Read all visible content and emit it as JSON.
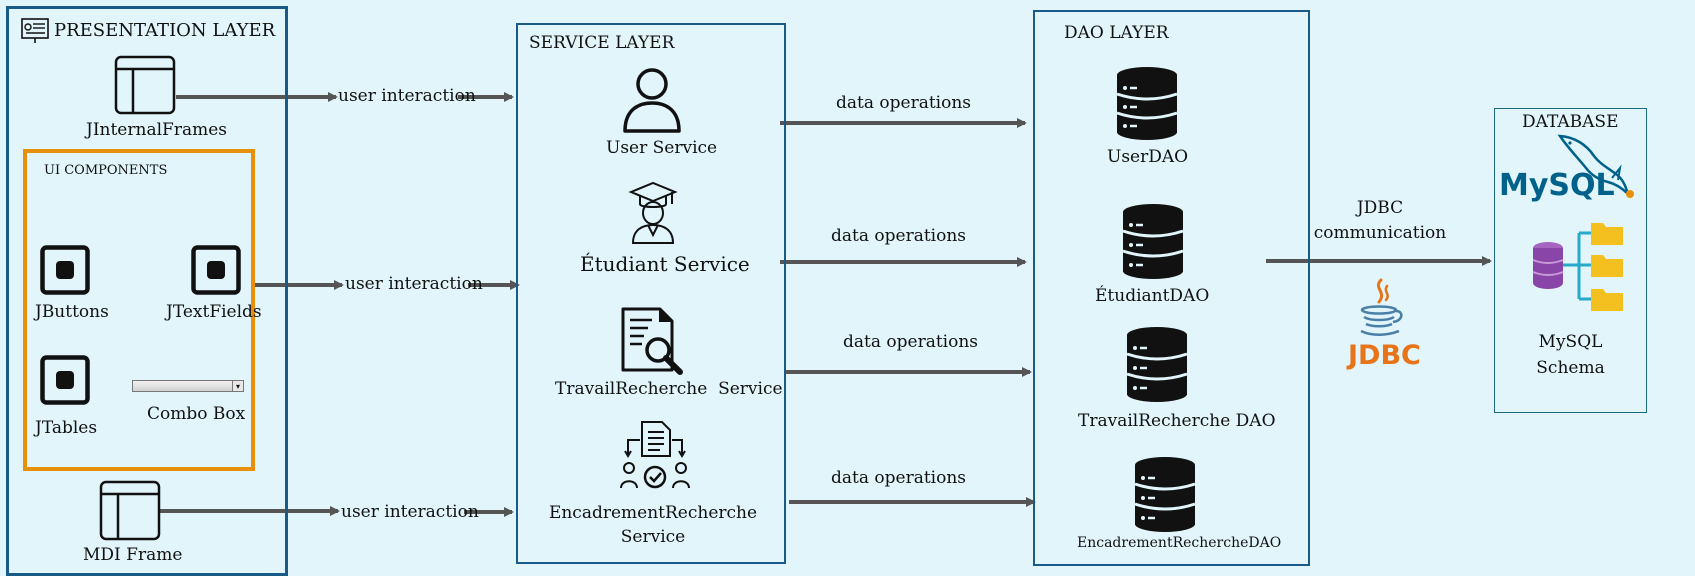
{
  "colors": {
    "background": "#e1f5fb",
    "layer_border": "#1a5a86",
    "ui_border": "#e8900c",
    "arrow": "#555555",
    "jdbc": "#e8741a",
    "mysql_blue": "#00618a"
  },
  "presentation": {
    "title": "PRESENTATION LAYER",
    "internal_frames": "JInternalFrames",
    "ui_components": {
      "title": "UI COMPONENTS",
      "buttons": "JButtons",
      "textfields": "JTextFields",
      "tables": "JTables",
      "combo": "Combo Box"
    },
    "mdi_frame": "MDI Frame"
  },
  "service": {
    "title": "SERVICE LAYER",
    "user": "User Service",
    "etudiant": "Étudiant Service",
    "travail": "TravailRecherche  Service",
    "encadrement_line1": "EncadrementRecherche",
    "encadrement_line2": "Service"
  },
  "dao": {
    "title": "DAO LAYER",
    "user": "UserDAO",
    "etudiant": "ÉtudiantDAO",
    "travail": "TravailRecherche DAO",
    "encadrement": "EncadrementRechercheDAO"
  },
  "database": {
    "title": "DATABASE",
    "mysql_logo": "MySQL",
    "schema_line1": "MySQL",
    "schema_line2": "Schema"
  },
  "arrows": {
    "user_interaction_1": "user interaction",
    "user_interaction_2": "user interaction",
    "user_interaction_3": "user interaction",
    "data_ops_1": "data operations",
    "data_ops_2": "data operations",
    "data_ops_3": "data operations",
    "data_ops_4": "data operations",
    "jdbc_line1": "JDBC",
    "jdbc_line2": "communication",
    "jdbc_logo": "JDBC"
  }
}
